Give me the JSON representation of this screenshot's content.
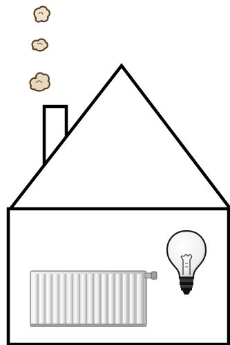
{
  "scene": {
    "elements": [
      {
        "name": "smoke-puffs",
        "icon": "smoke-icon",
        "count": 3
      },
      {
        "name": "chimney",
        "icon": "chimney-icon"
      },
      {
        "name": "house-roof",
        "icon": "roof-icon"
      },
      {
        "name": "house-wall",
        "icon": "wall-icon"
      },
      {
        "name": "radiator",
        "icon": "radiator-icon"
      },
      {
        "name": "light-bulb",
        "icon": "light-bulb-icon"
      }
    ],
    "colors": {
      "outline": "#000000",
      "background": "#ffffff",
      "smoke_fill": "#ecdcc6",
      "smoke_stroke": "#5a3e22",
      "radiator_fill": "#dcdcdc",
      "radiator_shadow": "#9a9a9a",
      "bulb_glass": "#f4f4f4",
      "bulb_base": "#111111"
    }
  }
}
